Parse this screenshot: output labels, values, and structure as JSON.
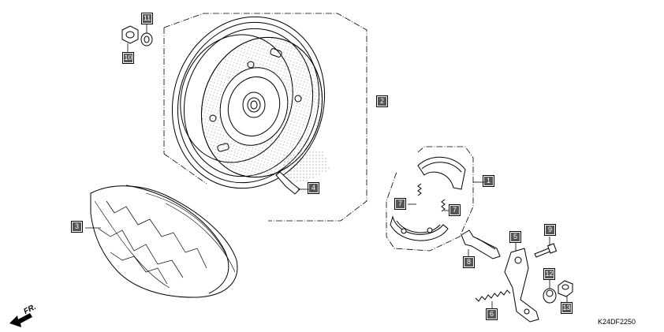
{
  "diagram_code": "K24DF2250",
  "front_label": "FR.",
  "callouts": [
    {
      "id": "c1",
      "label": "1"
    },
    {
      "id": "c2",
      "label": "2"
    },
    {
      "id": "c3",
      "label": "3"
    },
    {
      "id": "c4",
      "label": "4"
    },
    {
      "id": "c5",
      "label": "5"
    },
    {
      "id": "c6",
      "label": "6"
    },
    {
      "id": "c7a",
      "label": "7"
    },
    {
      "id": "c7b",
      "label": "7"
    },
    {
      "id": "c8",
      "label": "8"
    },
    {
      "id": "c9",
      "label": "9"
    },
    {
      "id": "c10",
      "label": "10"
    },
    {
      "id": "c11",
      "label": "11"
    },
    {
      "id": "c12",
      "label": "12"
    },
    {
      "id": "c13",
      "label": "13"
    }
  ]
}
